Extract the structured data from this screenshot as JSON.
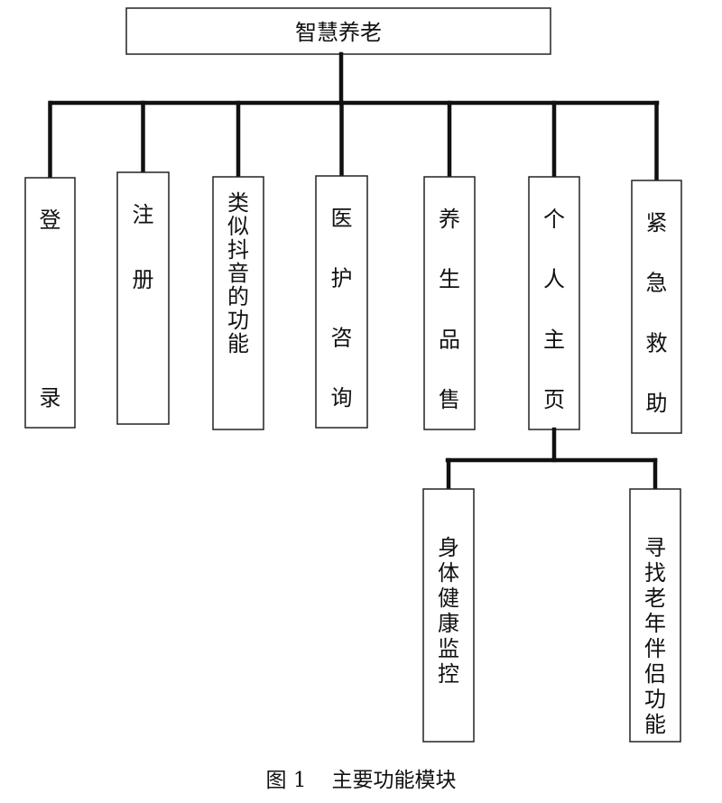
{
  "diagram": {
    "root": {
      "label": "智慧养老"
    },
    "modules": [
      {
        "id": "login",
        "label": "登录"
      },
      {
        "id": "register",
        "label": "注册"
      },
      {
        "id": "douyin",
        "label": "类似抖音的功能"
      },
      {
        "id": "consult",
        "label": "医护咨询"
      },
      {
        "id": "shop",
        "label": "养生品售"
      },
      {
        "id": "home",
        "label": "个人主页"
      },
      {
        "id": "rescue",
        "label": "紧急救助"
      }
    ],
    "submodules": [
      {
        "id": "health",
        "parent": "home",
        "label": "身体健康监控"
      },
      {
        "id": "partner",
        "parent": "home",
        "label": "寻找老年伴侣功能"
      }
    ]
  },
  "caption": {
    "number": "图 1",
    "title": "主要功能模块"
  }
}
